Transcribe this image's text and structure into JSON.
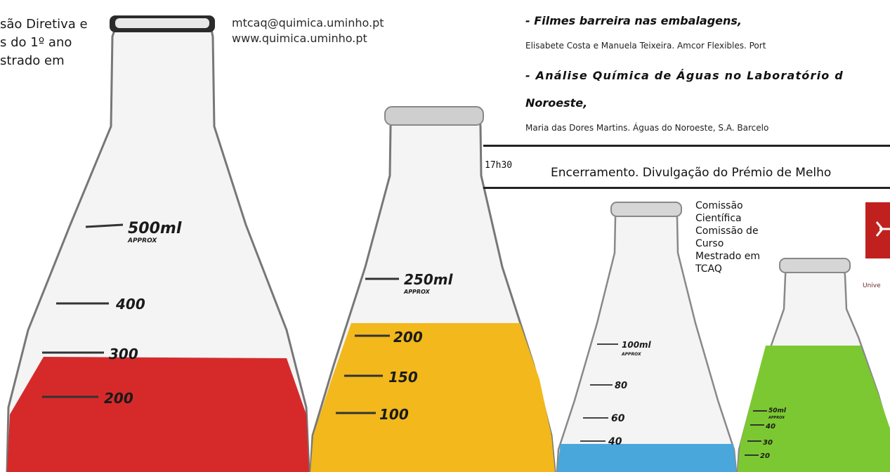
{
  "left_text": [
    "são Diretiva e",
    "s do 1º ano",
    "strado em"
  ],
  "contact": {
    "email": "mtcaq@quimica.uminho.pt",
    "web": "www.quimica.uminho.pt"
  },
  "program": {
    "item1_title": "- Filmes barreira nas embalagens,",
    "item1_authors": "Elisabete Costa e Manuela Teixeira. Amcor Flexibles. Port",
    "item2_title_line1": "- Análise Química de Águas no Laboratório d",
    "item2_title_line2": "Noroeste,",
    "item2_authors": "Maria das Dores Martins. Águas do Noroeste, S.A. Barcelo",
    "time": "17h30",
    "closing": "Encerramento. Divulgação do Prémio de Melho"
  },
  "committee": [
    "Comissão",
    "Científica",
    "Comissão de",
    "Curso",
    "Mestrado em",
    "TCAQ"
  ],
  "logo_text": "Unive",
  "flasks": {
    "large": {
      "capacity": "500ml",
      "approx": "APPROX",
      "marks": [
        "400",
        "300",
        "200"
      ]
    },
    "medium": {
      "capacity": "250ml",
      "approx": "APPROX",
      "marks": [
        "200",
        "150",
        "100"
      ]
    },
    "small": {
      "capacity": "100ml",
      "approx": "APPROX",
      "marks": [
        "80",
        "60",
        "40"
      ]
    },
    "tiny": {
      "capacity": "50ml",
      "approx": "APPROX",
      "marks": [
        "40",
        "30",
        "20"
      ]
    }
  },
  "colors": {
    "red": "#d62a2a",
    "yellow": "#f2b81c",
    "blue": "#49a7dc",
    "green": "#7cc832",
    "logo": "#c0211f"
  }
}
